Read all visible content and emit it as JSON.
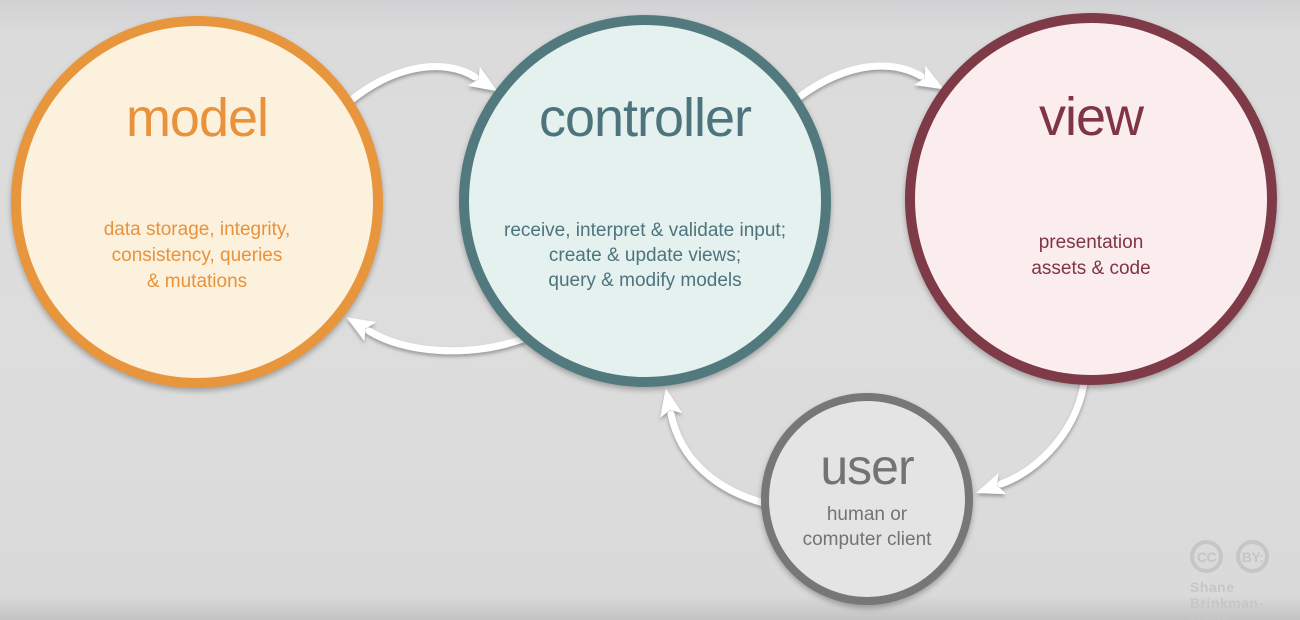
{
  "diagram": {
    "subject": "model-view-controller pattern",
    "background_color": "#dddddd",
    "arrow_color": "#ffffff"
  },
  "nodes": {
    "model": {
      "title": "model",
      "body": "data storage, integrity,\nconsistency, queries\n& mutations",
      "border_color": "#e8963e",
      "fill_color": "#fcf1dc",
      "text_color": "#e8923c"
    },
    "controller": {
      "title": "controller",
      "body": "receive, interpret & validate input;\ncreate & update views;\nquery & modify models",
      "border_color": "#527a7e",
      "fill_color": "#e4f1ef",
      "text_color": "#4d747c"
    },
    "view": {
      "title": "view",
      "body": "presentation\nassets & code",
      "border_color": "#7e3a46",
      "fill_color": "#fbecee",
      "text_color": "#7e3544"
    },
    "user": {
      "title": "user",
      "body": "human or\ncomputer client",
      "border_color": "#77777a",
      "fill_color": "#e4e4e5",
      "text_color": "#737375"
    }
  },
  "arrows": [
    {
      "from": "model",
      "to": "controller"
    },
    {
      "from": "controller",
      "to": "view"
    },
    {
      "from": "controller",
      "to": "model"
    },
    {
      "from": "view",
      "to": "user"
    },
    {
      "from": "user",
      "to": "controller"
    }
  ],
  "attribution": {
    "cc_badge": "CC",
    "by_badge": "BY:",
    "author": "Shane\nBrinkman-Davis"
  }
}
